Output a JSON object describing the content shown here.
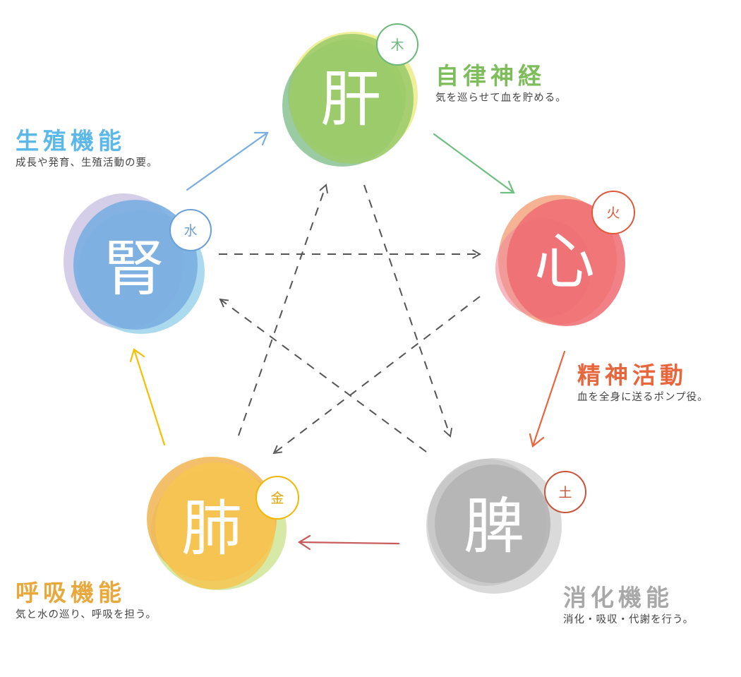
{
  "organs": [
    {
      "id": "liver",
      "char": "肝",
      "element": "木",
      "color": "#8fc56a",
      "ring": "#6cb77a"
    },
    {
      "id": "heart",
      "char": "心",
      "element": "火",
      "color": "#ef6b6f",
      "ring": "#e0583a"
    },
    {
      "id": "spleen",
      "char": "脾",
      "element": "土",
      "color": "#b0b0b0",
      "ring": "#c8553a"
    },
    {
      "id": "lung",
      "char": "肺",
      "element": "金",
      "color": "#f5c24a",
      "ring": "#f1b800"
    },
    {
      "id": "kidney",
      "char": "腎",
      "element": "水",
      "color": "#7aaee0",
      "ring": "#6b9fd8"
    }
  ],
  "labels": {
    "liver": {
      "title": "自律神経",
      "desc": "気を巡らせて血を貯める。",
      "color": "#7dbd5a"
    },
    "heart": {
      "title": "精神活動",
      "desc": "血を全身に送るポンプ役。",
      "color": "#e8663c"
    },
    "spleen": {
      "title": "消化機能",
      "desc": "消化・吸収・代謝を行う。",
      "color": "#a8a8a8"
    },
    "lung": {
      "title": "呼吸機能",
      "desc": "気と水の巡り、呼吸を担う。",
      "color": "#e8a83c"
    },
    "kidney": {
      "title": "生殖機能",
      "desc": "成長や発育、生殖活動の要。",
      "color": "#5bb8e8"
    }
  },
  "cycle_arrows": [
    {
      "from": "kidney",
      "to": "liver",
      "color": "#7aaee0"
    },
    {
      "from": "liver",
      "to": "heart",
      "color": "#6cc080"
    },
    {
      "from": "heart",
      "to": "spleen",
      "color": "#e8663c"
    },
    {
      "from": "spleen",
      "to": "lung",
      "color": "#c85a5a"
    },
    {
      "from": "lung",
      "to": "kidney",
      "color": "#f5c000"
    }
  ],
  "control_arrows": [
    {
      "from": "kidney",
      "to": "heart"
    },
    {
      "from": "heart",
      "to": "lung"
    },
    {
      "from": "lung",
      "to": "liver"
    },
    {
      "from": "liver",
      "to": "spleen"
    },
    {
      "from": "spleen",
      "to": "kidney"
    }
  ]
}
